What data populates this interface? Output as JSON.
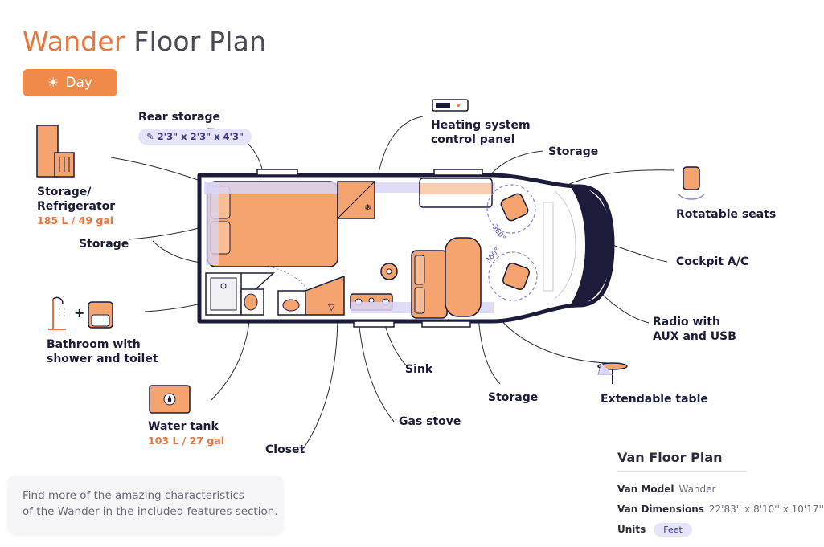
{
  "header": {
    "title_accent": "Wander",
    "title_rest": "Floor Plan",
    "mode_button": "Day",
    "mode_icon": "sun-icon"
  },
  "labels": {
    "rear_storage": "Rear storage",
    "rear_storage_dims": "2'3\" x 2'3\" x 4'3\"",
    "heating_line1": "Heating system",
    "heating_line2": "control panel",
    "storage_top": "Storage",
    "fridge_line1": "Storage/",
    "fridge_line2": "Refrigerator",
    "fridge_capacity": "185 L / 49 gal",
    "storage_left": "Storage",
    "rotatable_seats": "Rotatable seats",
    "cockpit_ac": "Cockpit A/C",
    "radio_line1": "Radio with",
    "radio_line2": "AUX and USB",
    "bathroom_line1": "Bathroom with",
    "bathroom_line2": "shower and toilet",
    "bathroom_plus": "+",
    "sink": "Sink",
    "storage_bottom": "Storage",
    "extendable_table": "Extendable table",
    "water_tank": "Water tank",
    "water_capacity": "103 L / 27 gal",
    "gas_stove": "Gas stove",
    "closet": "Closet",
    "rotation_angle_1": "360°",
    "rotation_angle_2": "360°"
  },
  "info": {
    "line1": "Find more of the amazing characteristics",
    "line2": "of the Wander in the included features section."
  },
  "spec": {
    "title": "Van Floor Plan",
    "model_key": "Van Model",
    "model_val": "Wander",
    "dims_key": "Van Dimensions",
    "dims_val": "22'83'' x 8'10'' x 10'17''",
    "units_key": "Units",
    "units_val": "Feet"
  },
  "colors": {
    "accent": "#e8763e",
    "navy": "#1c1b3a",
    "orange_fill": "#f5a46f",
    "lavender": "#d9d6f7"
  }
}
